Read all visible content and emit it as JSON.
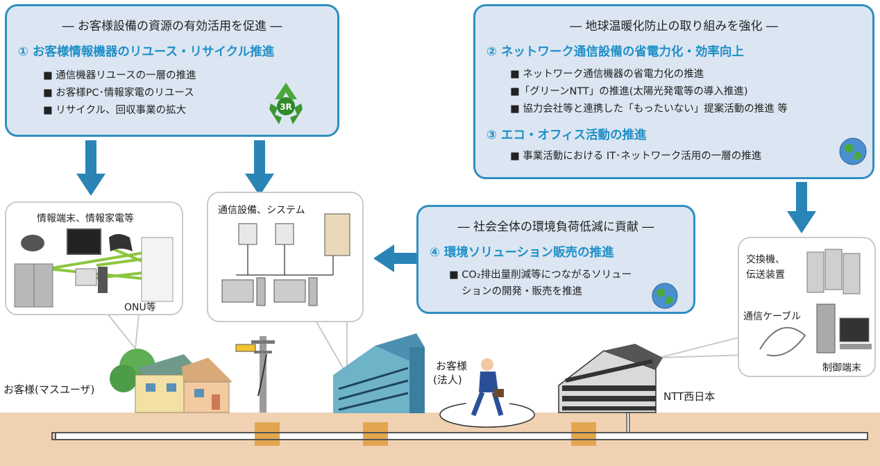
{
  "panel_left": {
    "heading": "― お客様設備の資源の有効活用を促進 ―",
    "item_title": "① お客様情報機器のリユース・リサイクル推進",
    "bullets": [
      "■ 通信機器リユースの一層の推進",
      "■ お客様PC･情報家電のリユース",
      "■ リサイクル、回収事業の拡大"
    ],
    "badge": "3R"
  },
  "panel_right": {
    "heading": "― 地球温暖化防止の取り組みを強化 ―",
    "item2_title": "② ネットワーク通信設備の省電力化・効率向上",
    "item2_bullets": [
      "■ ネットワーク通信機器の省電力化の推進",
      "■「グリーンNTT」の推進(太陽光発電等の導入推進)",
      "■ 協力会社等と連携した「もったいない」提案活動の推進 等"
    ],
    "item3_title": "③ エコ・オフィス活動の推進",
    "item3_bullets": [
      "■ 事業活動における IT･ネットワーク活用の一層の推進"
    ]
  },
  "panel_mid": {
    "heading": "― 社会全体の環境負荷低減に貢献 ―",
    "item4_title": "④ 環境ソリューション販売の推進",
    "bullet_line1": "■ CO₂排出量削減等につながるソリュー",
    "bullet_line2": "ションの開発・販売を推進"
  },
  "bubble_home": {
    "title": "情報端末、情報家電等",
    "onu": "ONU等"
  },
  "bubble_office": {
    "title": "通信設備、システム"
  },
  "bubble_ntt": {
    "exchange": "交換機、",
    "transmission": "伝送装置",
    "cable": "通信ケーブル",
    "terminal": "制御端末"
  },
  "ground_labels": {
    "mass_user": "お客様(マスユーザ)",
    "corporate_line1": "お客様",
    "corporate_line2": "(法人)",
    "ntt": "NTT西日本"
  },
  "colors": {
    "accent": "#1f8fc7",
    "panel_fill": "#dbe6f2",
    "arrow": "#2b84b6",
    "ground": "#f0d2b2"
  }
}
